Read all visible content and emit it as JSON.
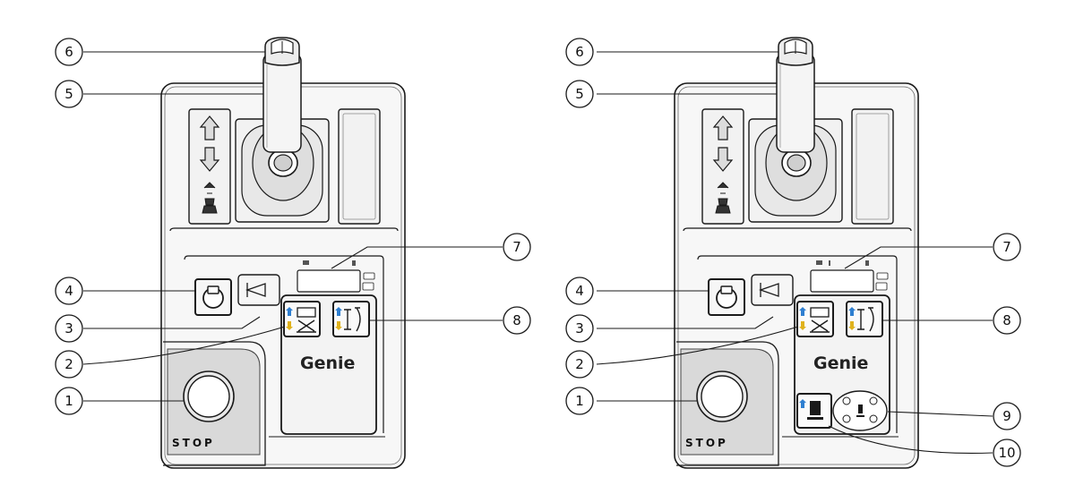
{
  "panels": [
    {
      "variant": "basic",
      "stop_label": "STOP",
      "brand_logo": "Genie",
      "callouts": [
        "6",
        "5",
        "4",
        "3",
        "2",
        "1",
        "7",
        "8"
      ]
    },
    {
      "variant": "with-options",
      "stop_label": "STOP",
      "brand_logo": "Genie",
      "callouts": [
        "6",
        "5",
        "4",
        "3",
        "2",
        "1",
        "7",
        "8",
        "9",
        "10"
      ]
    }
  ],
  "icons": {
    "up": "arrow-up-icon",
    "down": "arrow-down-icon",
    "drive": "drive-enable-icon",
    "horn": "horn-icon",
    "lift": "lift-function-icon",
    "steer": "steer-function-icon"
  },
  "colors": {
    "panel_fill": "#f7f7f7",
    "stop_area": "#d9d9d9",
    "arrow_up": "#2f7fd0",
    "arrow_down": "#e0b21c",
    "line": "#1a1a1a"
  }
}
